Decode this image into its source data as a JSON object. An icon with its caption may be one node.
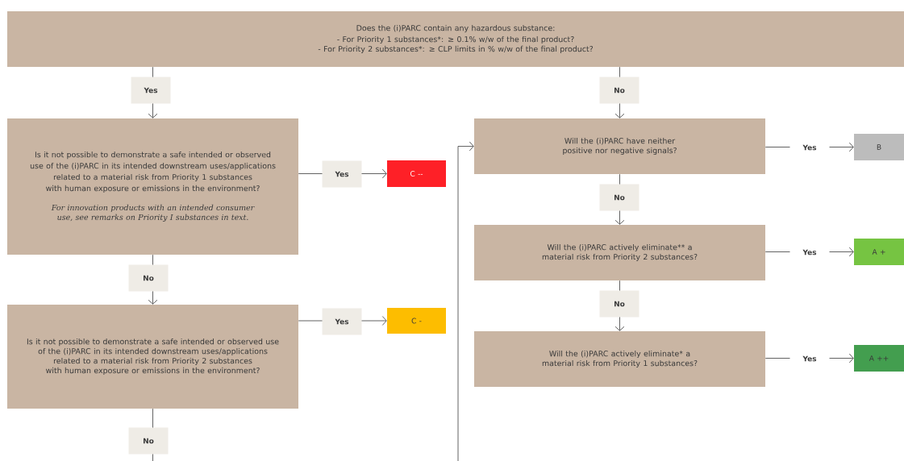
{
  "diagram": {
    "nodes": [
      {
        "text": [
          "Does the (i)PARC contain any hazardous substance:",
          "- For Priority 1 substances*: ≥ 0.1% w/w of the final product?",
          "- For Priority 2 substances*: ≥ CLP limits in % w/w of the final product?"
        ]
      },
      {
        "text": [
          "Is it not possible to demonstrate a safe intended or observed use of the (i)PARC in its intended downstream uses/applications related to a material risk from Priority 1 substances with human exposure or emissions in the environment?",
          "For innovation products with an intended consumer use, see remarks on Priority I substances in text."
        ]
      },
      {
        "text": [
          "C --"
        ]
      },
      {
        "text": [
          "Is it not possible to demonstrate a safe intended or observed use of the (i)PARC in its intended downstream uses/applications related to a material risk from Priority 2 substances with human exposure or emissions in the environment?"
        ]
      },
      {
        "text": [
          "C -"
        ]
      },
      {
        "text": [
          "Will the (i)PARC have neither positive nor negative signals?"
        ]
      },
      {
        "text": [
          "B"
        ]
      },
      {
        "text": [
          "Will the (i)PARC actively eliminate** a material risk from Priority 2 substances?"
        ]
      },
      {
        "text": [
          "A +"
        ]
      },
      {
        "text": [
          "Will the (i)PARC actively eliminate* a material risk from Priority 1 substances?"
        ]
      },
      {
        "text": [
          "A ++"
        ]
      }
    ],
    "edges": [
      {
        "from": 0,
        "to": 1,
        "arrow": "to",
        "label": "Yes"
      },
      {
        "from": 0,
        "to": 5,
        "arrow": "to",
        "label": "No"
      },
      {
        "from": 1,
        "to": 2,
        "arrow": "to",
        "label": "Yes"
      },
      {
        "from": 1,
        "to": 3,
        "arrow": "to",
        "label": "No"
      },
      {
        "from": 3,
        "to": 4,
        "arrow": "to",
        "label": "Yes"
      },
      {
        "from": 3,
        "to": null,
        "arrow": "none",
        "label": "No"
      },
      {
        "from": null,
        "to": 5,
        "arrow": "to"
      },
      {
        "from": 5,
        "to": 6,
        "arrow": "to",
        "label": "Yes"
      },
      {
        "from": 5,
        "to": 7,
        "arrow": "to",
        "label": "No"
      },
      {
        "from": 7,
        "to": 8,
        "arrow": "to",
        "label": "Yes"
      },
      {
        "from": 7,
        "to": 9,
        "arrow": "to",
        "label": "No"
      },
      {
        "from": 9,
        "to": 10,
        "arrow": "to",
        "label": "Yes"
      }
    ]
  }
}
